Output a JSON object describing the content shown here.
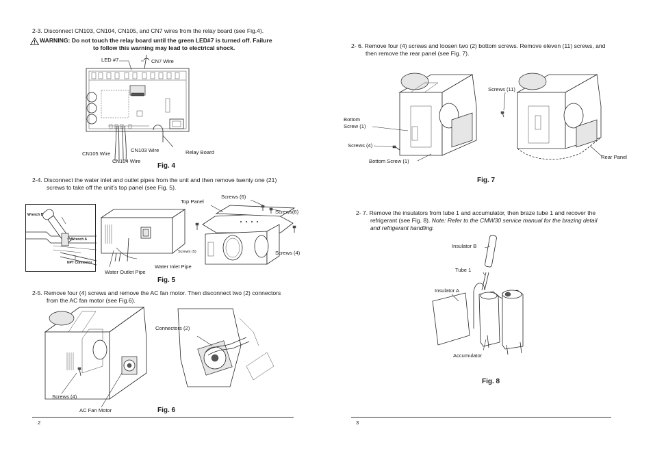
{
  "left_page": {
    "step_2_3": "2-3. Disconnect CN103, CN104, CN105, and CN7 wires from the relay board (see Fig.4).",
    "warning_line1": "WARNING: Do not touch the relay board until the green LED#7 is turned off. Failure",
    "warning_line2": "to follow this warning may lead to electrical shock.",
    "fig4": {
      "caption": "Fig. 4",
      "labels": {
        "led": "LED #7",
        "cn7": "CN7 Wire",
        "cn105": "CN105 Wire",
        "cn103": "CN103 Wire",
        "cn104": "CN104 Wire",
        "relay": "Relay Board"
      }
    },
    "step_2_4_line1": "2-4. Disconnect the water inlet and outlet pipes from the unit and then remove twenty one (21)",
    "step_2_4_line2": "screws to take off the unit’s top panel (see Fig. 5).",
    "fig5": {
      "caption": "Fig. 5",
      "labels": {
        "wrench_b": "Wrench B",
        "wrench_a": "Wrench A",
        "npt": "NPT Connector",
        "top_panel": "Top Panel",
        "screws6a": "Screws (6)",
        "screws6b": "Screws(6)",
        "screws5": "Screws (5)",
        "screws4": "Screws (4)",
        "inlet": "Water Inlet Pipe",
        "outlet": "Water Outlet Pipe"
      }
    },
    "step_2_5_line1": "2-5. Remove four (4) screws and remove the AC fan motor. Then disconnect two (2) connectors",
    "step_2_5_line2": "from the AC fan motor (see Fig.6).",
    "fig6": {
      "caption": "Fig. 6",
      "labels": {
        "connectors": "Connectors (2)",
        "screws4": "Screws (4)",
        "motor": "AC Fan Motor"
      }
    },
    "page_number": "2"
  },
  "right_page": {
    "step_2_6_line1": "2- 6. Remove four (4) screws and loosen two (2) bottom screws. Remove eleven (11) screws, and",
    "step_2_6_line2": "then remove the rear panel (see Fig. 7).",
    "fig7": {
      "caption": "Fig. 7",
      "labels": {
        "bottom1a": "Bottom",
        "bottom1b": "Screw (1)",
        "screws4": "Screws (4)",
        "bottom_screw": "Bottom Screw (1)",
        "screws11": "Screws (11)",
        "rear_panel": "Rear Panel"
      }
    },
    "step_2_7_line1": "2- 7. Remove the insulators from tube 1 and accumulator, then braze tube 1 and recover the",
    "step_2_7_line2_plain": "refrigerant (see Fig. 8). ",
    "step_2_7_line2_italic": "Note: Refer to the CMW30 service manual for the brazing detail",
    "step_2_7_line3_italic": "and refrigerant handling.",
    "fig8": {
      "caption": "Fig. 8",
      "labels": {
        "insulator_b": "Insulator B",
        "tube1": "Tube 1",
        "insulator_a": "Insulator A",
        "accumulator": "Accumulator"
      }
    },
    "page_number": "3"
  },
  "icons": {
    "warning": "warning-triangle-icon"
  }
}
